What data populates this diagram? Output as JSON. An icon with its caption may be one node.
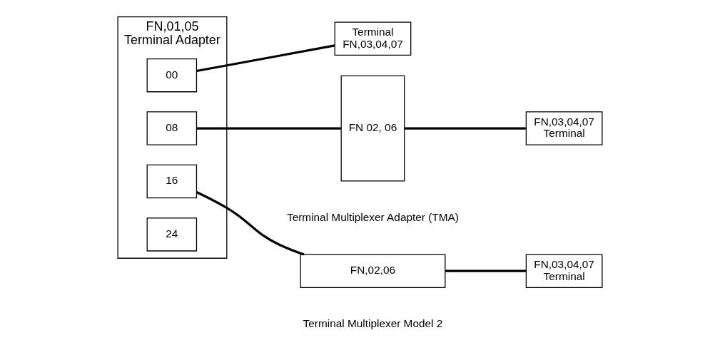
{
  "diagram": {
    "nodes": [
      {
        "text": [
          "FN,01,05",
          "Terminal Adapter"
        ]
      },
      {
        "text": [
          "00"
        ],
        "in": 0
      },
      {
        "text": [
          "08"
        ],
        "in": 0
      },
      {
        "text": [
          "16"
        ],
        "in": 0
      },
      {
        "text": [
          "24"
        ],
        "in": 0
      },
      {
        "text": [
          "Terminal",
          "FN,03,04,07"
        ]
      },
      {
        "text": [
          "FN 02, 06"
        ],
        "beside": [
          "Terminal Multiplexer Adapter (TMA)"
        ]
      },
      {
        "text": [
          "FN,03,04,07",
          "Terminal"
        ]
      },
      {
        "text": [
          "FN,02,06"
        ],
        "beside": [
          "Terminal Multiplexer Model 2"
        ]
      },
      {
        "text": [
          "FN,03,04,07",
          "Terminal"
        ]
      }
    ],
    "edges": [
      {
        "from": 1,
        "to": 5,
        "arrow": "none"
      },
      {
        "from": 2,
        "to": 6,
        "arrow": "none"
      },
      {
        "from": 3,
        "to": 8,
        "arrow": "none"
      },
      {
        "from": 6,
        "to": 7,
        "arrow": "none"
      },
      {
        "from": 8,
        "to": 9,
        "arrow": "none"
      }
    ]
  }
}
